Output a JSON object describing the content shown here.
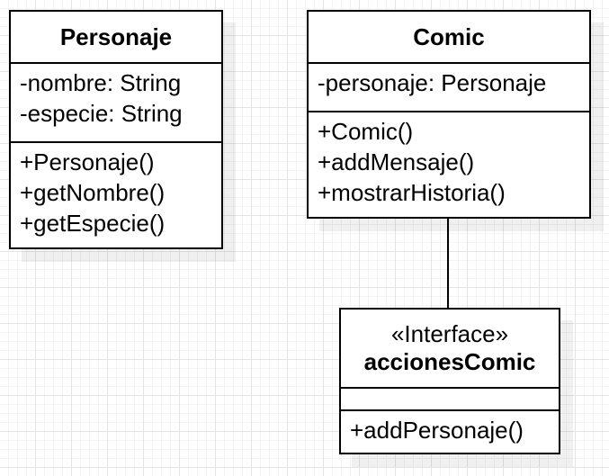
{
  "classes": {
    "personaje": {
      "name": "Personaje",
      "attributes": [
        "-nombre: String",
        "-especie: String"
      ],
      "operations": [
        "+Personaje()",
        "+getNombre()",
        "+getEspecie()"
      ]
    },
    "comic": {
      "name": "Comic",
      "attributes": [
        "-personaje: Personaje"
      ],
      "operations": [
        "+Comic()",
        "+addMensaje()",
        "+mostrarHistoria()"
      ]
    },
    "acciones": {
      "stereotype": "«Interface»",
      "name": "accionesComic",
      "attributes": [],
      "operations": [
        "+addPersonaje()"
      ]
    }
  },
  "relations": [
    {
      "from": "comic",
      "to": "acciones",
      "type": "association"
    }
  ],
  "colors": {
    "stroke": "#000000",
    "fill": "#ffffff"
  }
}
